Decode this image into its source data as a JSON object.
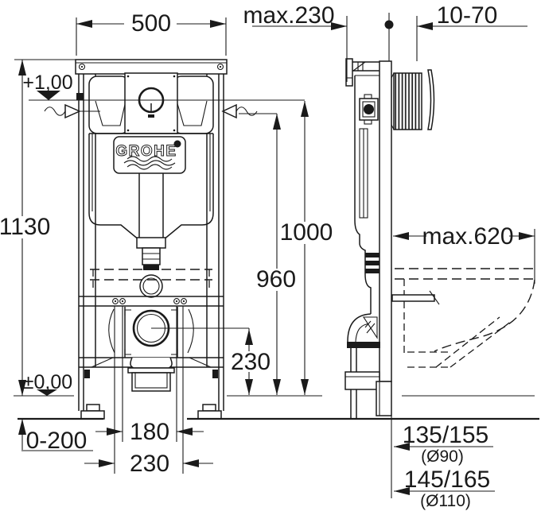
{
  "logo": {
    "brand": "GROHE"
  },
  "dimensions": {
    "frame_width": "500",
    "install_depth_max": "max.230",
    "wall_finish_range": "10-70",
    "upper_level": "+1,00",
    "total_height": "1130",
    "flush_center_height": "1000",
    "height_960": "960",
    "bowl_depth_max": "max.620",
    "outlet_center_height": "230",
    "floor_level": "±0,00",
    "foot_adjust_range": "0-200",
    "fixing_span_inner": "180",
    "fixing_span_outer": "230",
    "outlet_offset_d90": "135/155",
    "outlet_d90": "(Ø90)",
    "outlet_offset_d110": "145/165",
    "outlet_d110": "(Ø110)"
  }
}
